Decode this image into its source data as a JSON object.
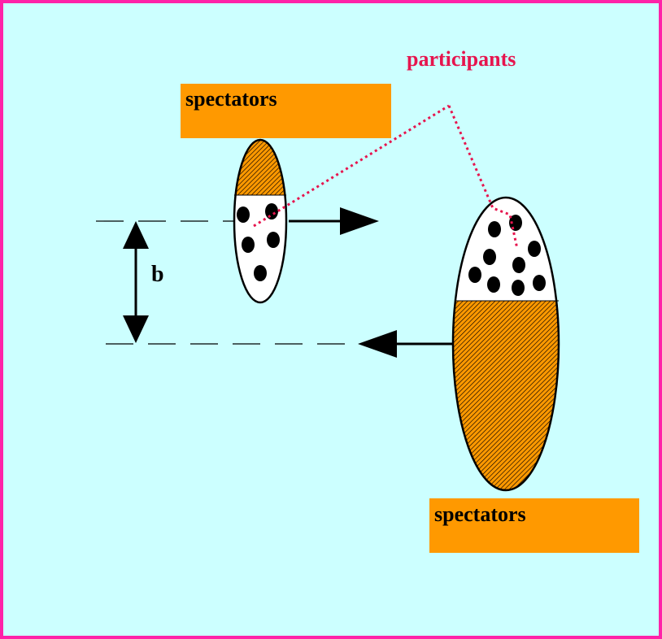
{
  "labels": {
    "participants": "participants",
    "spectators_top": "spectators",
    "spectators_bottom": "spectators",
    "impact_parameter": "b"
  },
  "colors": {
    "frame_border": "#ff22a8",
    "background": "#ccffff",
    "spectator_fill": "#ff9900",
    "participants_text": "#e6154e",
    "pointer_line": "#e6154e",
    "nucleon_dot": "#000000"
  },
  "icons": {
    "motion_arrow_right": "arrow-right-icon",
    "motion_arrow_left": "arrow-left-icon",
    "impact_parameter_arrow": "double-arrow-vertical-icon"
  }
}
